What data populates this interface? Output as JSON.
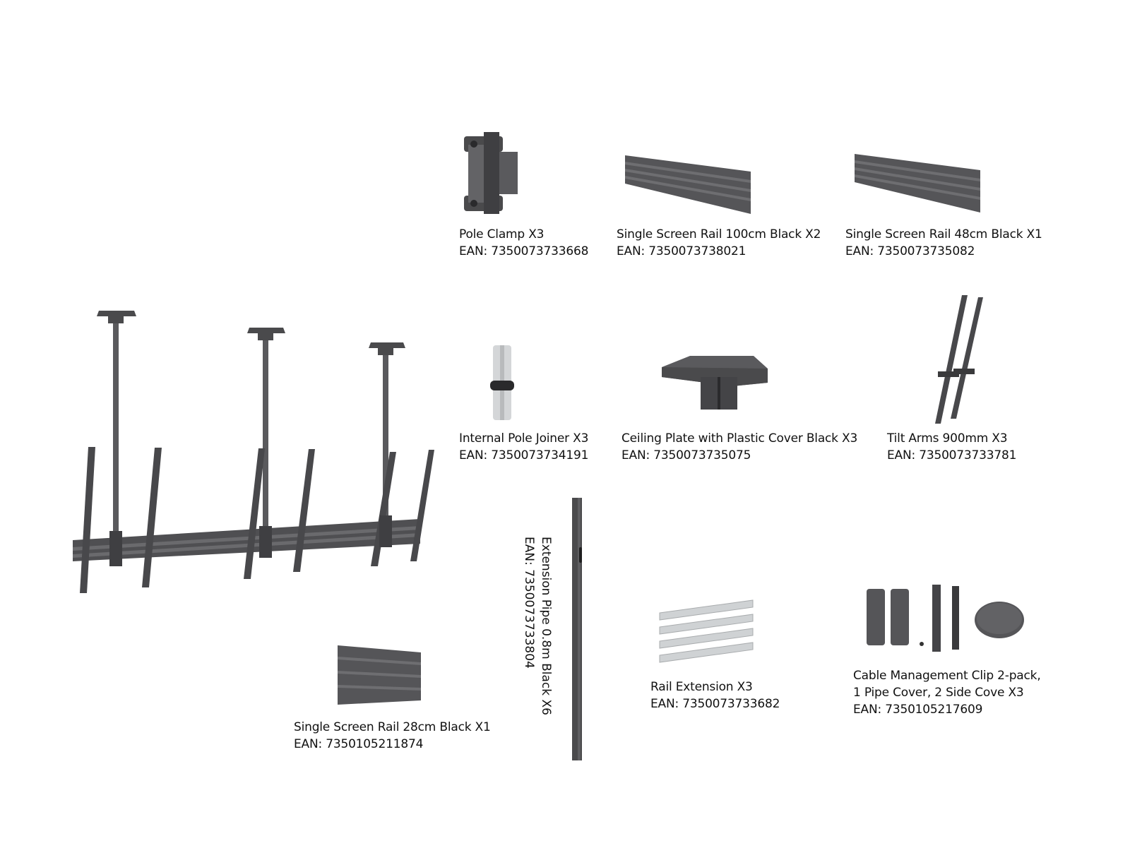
{
  "items": [
    {
      "name": "Pole Clamp X3",
      "ean": "EAN: 7350073733668"
    },
    {
      "name": "Single Screen Rail 100cm Black X2",
      "ean": "EAN: 7350073738021"
    },
    {
      "name": "Single Screen Rail 48cm Black X1",
      "ean": "EAN: 7350073735082"
    },
    {
      "name": "Internal Pole Joiner X3",
      "ean": "EAN: 7350073734191"
    },
    {
      "name": "Ceiling Plate with Plastic Cover Black X3",
      "ean": "EAN: 7350073735075"
    },
    {
      "name": "Tilt Arms 900mm X3",
      "ean": "EAN: 7350073733781"
    },
    {
      "name": "Extension Pipe 0.8m Black X6",
      "ean": "EAN: 7350073733804"
    },
    {
      "name": "Rail Extension X3",
      "ean": "EAN: 7350073733682"
    },
    {
      "name1": "Cable Management Clip 2-pack,",
      "name2": "1 Pipe Cover, 2 Side Cove X3",
      "ean": "EAN: 7350105217609"
    },
    {
      "name": "Single Screen Rail 28cm Black X1",
      "ean": "EAN: 7350105211874"
    }
  ],
  "colors": {
    "metal_dark": "#4a4a4c",
    "metal_mid": "#636366",
    "metal_light": "#7a7a7d",
    "silver": "#d4d6d8"
  }
}
